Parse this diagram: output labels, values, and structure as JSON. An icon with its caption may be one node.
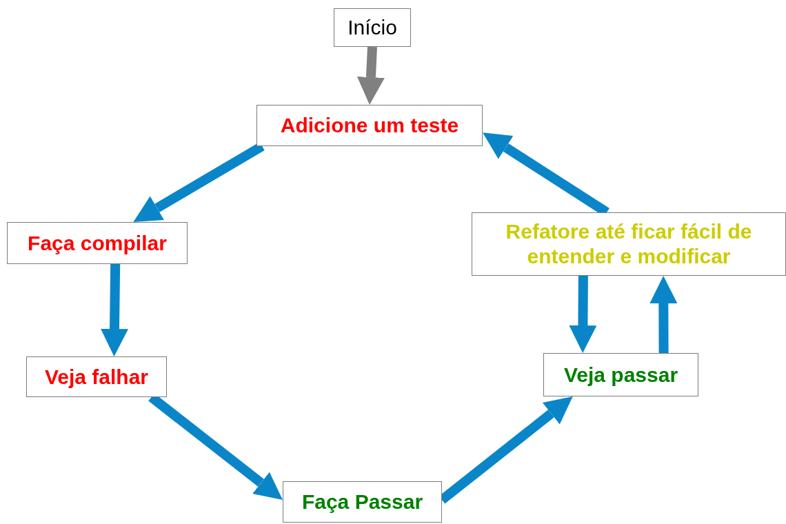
{
  "diagram": {
    "nodes": [
      {
        "text": [
          "Início"
        ]
      },
      {
        "text": [
          "Adicione um teste"
        ]
      },
      {
        "text": [
          "Faça compilar"
        ]
      },
      {
        "text": [
          "Veja falhar"
        ]
      },
      {
        "text": [
          "Faça Passar"
        ]
      },
      {
        "text": [
          "Veja passar"
        ]
      },
      {
        "text": [
          "Refatore até ficar fácil de entender e modificar"
        ]
      }
    ],
    "edges": [
      {
        "from": 0,
        "to": 1,
        "arrow": "to",
        "color": "#808080"
      },
      {
        "from": 1,
        "to": 2,
        "arrow": "to"
      },
      {
        "from": 2,
        "to": 3,
        "arrow": "to"
      },
      {
        "from": 3,
        "to": 4,
        "arrow": "to"
      },
      {
        "from": 4,
        "to": 5,
        "arrow": "to"
      },
      {
        "from": 5,
        "to": 6,
        "arrow": "to"
      },
      {
        "from": 6,
        "to": 5,
        "arrow": "to"
      },
      {
        "from": 6,
        "to": 1,
        "arrow": "to"
      }
    ]
  }
}
